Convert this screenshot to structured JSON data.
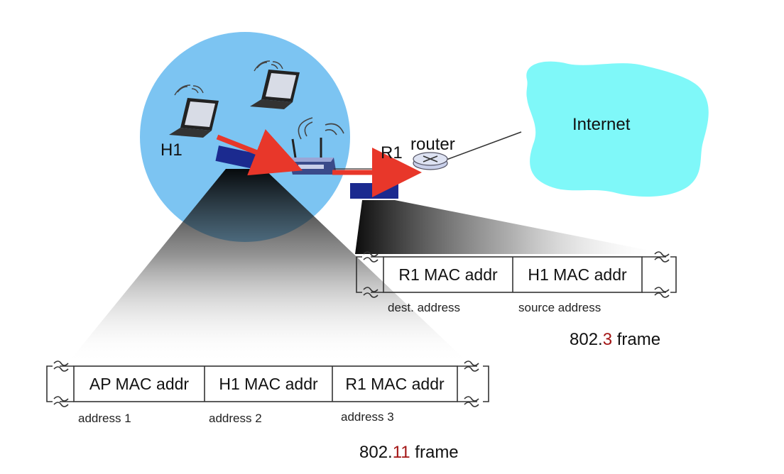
{
  "labels": {
    "host": "H1",
    "router_id": "R1",
    "router_word": "router",
    "internet": "Internet"
  },
  "frame_80211": {
    "fields": [
      "AP MAC addr",
      "H1 MAC addr",
      "R1 MAC addr"
    ],
    "captions": [
      "address 1",
      "address 2",
      "address 3"
    ],
    "title_prefix": "802.",
    "title_number": "11",
    "title_suffix": " frame"
  },
  "frame_8023": {
    "fields": [
      "R1 MAC addr",
      "H1 MAC addr"
    ],
    "captions": [
      "dest. address",
      "source address"
    ],
    "title_prefix": "802.",
    "title_number": "3",
    "title_suffix": " frame"
  },
  "colors": {
    "bss_circle": "#7cc4f2",
    "cloud": "#7ff8f9",
    "arrow": "#e8372a",
    "packet": "#1b2a8f",
    "number_accent": "#a31515"
  },
  "icons": [
    "laptop-icon",
    "laptop-icon",
    "laptop-icon",
    "access-point-icon",
    "router-icon",
    "cloud-icon",
    "packet-icon"
  ]
}
